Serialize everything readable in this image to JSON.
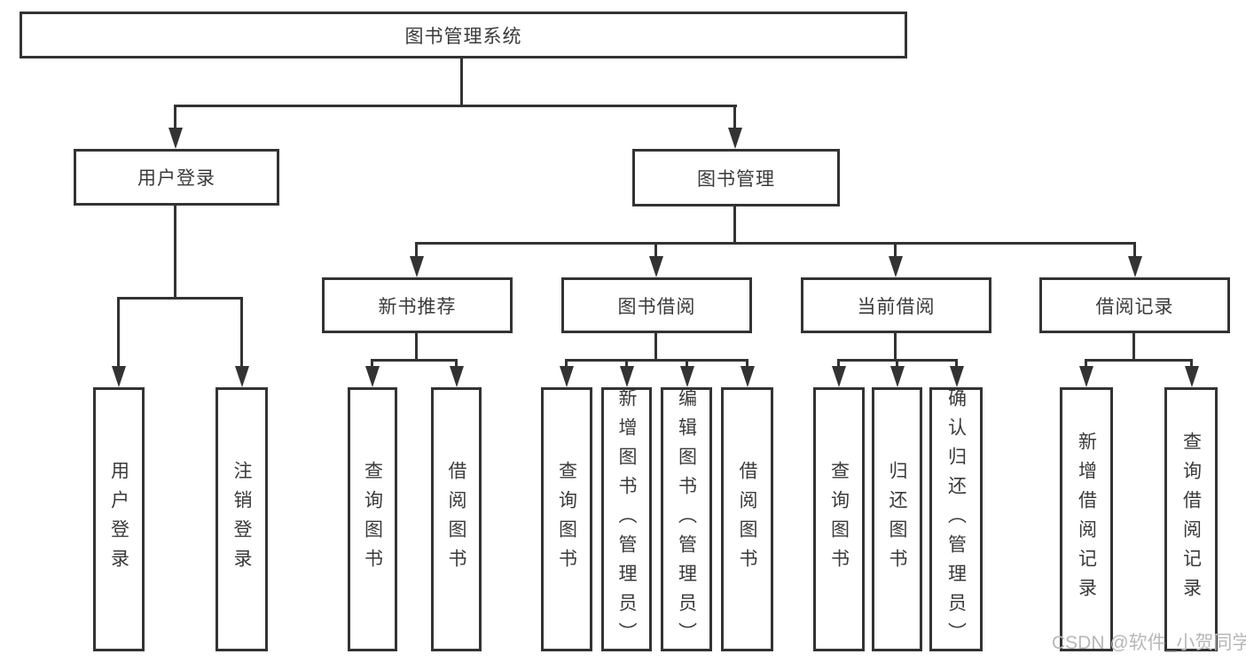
{
  "diagram": {
    "tree": {
      "label": "图书管理系统",
      "children": [
        {
          "label": "用户登录",
          "children": [
            {
              "label": "用户登录"
            },
            {
              "label": "注销登录"
            }
          ]
        },
        {
          "label": "图书管理",
          "children": [
            {
              "label": "新书推荐",
              "children": [
                {
                  "label": "查询图书"
                },
                {
                  "label": "借阅图书"
                }
              ]
            },
            {
              "label": "图书借阅",
              "children": [
                {
                  "label": "查询图书"
                },
                {
                  "label": "新增图书（管理员）"
                },
                {
                  "label": "编辑图书（管理员）"
                },
                {
                  "label": "借阅图书"
                }
              ]
            },
            {
              "label": "当前借阅",
              "children": [
                {
                  "label": "查询图书"
                },
                {
                  "label": "归还图书"
                },
                {
                  "label": "确认归还（管理员）"
                }
              ]
            },
            {
              "label": "借阅记录",
              "children": [
                {
                  "label": "新增借阅记录"
                },
                {
                  "label": "查询借阅记录"
                }
              ]
            }
          ]
        }
      ]
    },
    "colors": {
      "line": "#333333",
      "text": "#3a3a3a",
      "background": "#ffffff",
      "watermark_text": "#b8b8b8"
    }
  },
  "watermark": {
    "text": "CSDN @软件_小贺同学"
  }
}
